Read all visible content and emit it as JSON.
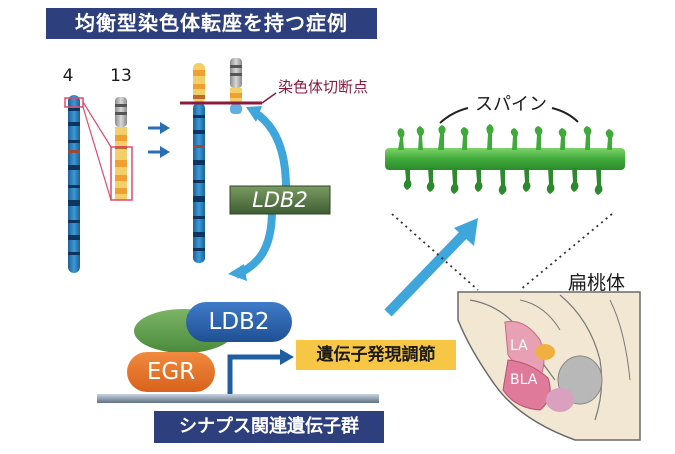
{
  "title": "均衡型染色体転座を持つ症例",
  "chromosomes": {
    "left_label": "4",
    "right_label": "13"
  },
  "breakpoint_label": "染色体切断点",
  "ldb2_gene_label": "LDB2",
  "ldb2_protein_label": "LDB2",
  "egr_label": "EGR",
  "gene_regulation_label": "遺伝子発現調節",
  "synapse_genes_label": "シナプス関連遺伝子群",
  "spine_label": "スパイン",
  "amygdala": {
    "title": "扁桃体",
    "la": "LA",
    "bla": "BLA"
  },
  "colors": {
    "navy": "#2d3f7c",
    "chrom_blue": "#2a86c4",
    "orange": "#f0a030",
    "green_spine": "#4cb84a",
    "arrow_blue": "#3fa6dc",
    "breakpoint": "#8b1a3c"
  }
}
